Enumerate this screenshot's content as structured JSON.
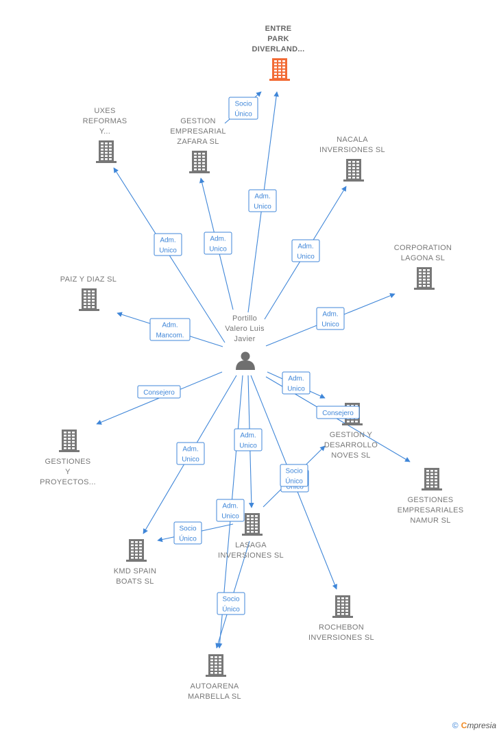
{
  "colors": {
    "accent": "#3f86d8",
    "building": "#777777",
    "building_highlight": "#f26b35",
    "person": "#6f6f6f"
  },
  "center": {
    "id": "person",
    "label": [
      "Portillo",
      "Valero Luis",
      "Javier"
    ]
  },
  "nodes": [
    {
      "id": "entre-park",
      "label": [
        "ENTRE",
        "PARK",
        "DIVERLAND..."
      ],
      "highlight": true
    },
    {
      "id": "uxes",
      "label": [
        "UXES",
        "REFORMAS",
        "Y..."
      ]
    },
    {
      "id": "gestion-zafara",
      "label": [
        "GESTION",
        "EMPRESARIAL",
        "ZAFARA SL"
      ]
    },
    {
      "id": "nacala",
      "label": [
        "NACALA",
        "INVERSIONES SL"
      ]
    },
    {
      "id": "corporation-lagona",
      "label": [
        "CORPORATION",
        "LAGONA SL"
      ]
    },
    {
      "id": "paiz-diaz",
      "label": [
        "PAIZ Y DIAZ SL"
      ]
    },
    {
      "id": "gestiones-proyectos",
      "label": [
        "GESTIONES",
        "Y",
        "PROYECTOS..."
      ]
    },
    {
      "id": "gestion-noves",
      "label": [
        "GESTION Y",
        "DESARROLLO",
        "NOVES SL"
      ]
    },
    {
      "id": "gestiones-namur",
      "label": [
        "GESTIONES",
        "EMPRESARIALES",
        "NAMUR SL"
      ]
    },
    {
      "id": "kmd-spain",
      "label": [
        "KMD SPAIN",
        "BOATS SL"
      ]
    },
    {
      "id": "lasaga",
      "label": [
        "LASAGA",
        "INVERSIONES SL"
      ]
    },
    {
      "id": "rochebon",
      "label": [
        "ROCHEBON",
        "INVERSIONES SL"
      ]
    },
    {
      "id": "autoarena",
      "label": [
        "AUTOARENA",
        "MARBELLA SL"
      ]
    }
  ],
  "edges": [
    {
      "from": "person",
      "to": "entre-park",
      "label": [
        "Adm.",
        "Unico"
      ]
    },
    {
      "from": "gestion-zafara",
      "to": "entre-park",
      "label": [
        "Socio",
        "Único"
      ]
    },
    {
      "from": "person",
      "to": "uxes",
      "label": [
        "Adm.",
        "Unico"
      ]
    },
    {
      "from": "person",
      "to": "gestion-zafara",
      "label": [
        "Adm.",
        "Unico"
      ]
    },
    {
      "from": "person",
      "to": "nacala",
      "label": [
        "Adm.",
        "Unico"
      ]
    },
    {
      "from": "person",
      "to": "corporation-lagona",
      "label": [
        "Adm.",
        "Unico"
      ]
    },
    {
      "from": "person",
      "to": "paiz-diaz",
      "label": [
        "Adm.",
        "Mancom."
      ]
    },
    {
      "from": "person",
      "to": "gestiones-proyectos",
      "label": [
        "Consejero"
      ]
    },
    {
      "from": "person",
      "to": "gestion-noves",
      "label": [
        "Adm.",
        "Unico"
      ]
    },
    {
      "from": "person",
      "to": "gestiones-namur",
      "label": [
        "Consejero"
      ]
    },
    {
      "from": "person",
      "to": "kmd-spain",
      "label": [
        "Adm.",
        "Unico"
      ]
    },
    {
      "from": "person",
      "to": "lasaga",
      "label": [
        "Adm.",
        "Unico"
      ]
    },
    {
      "from": "person",
      "to": "rochebon",
      "label": [
        "Adm.",
        "Unico"
      ]
    },
    {
      "from": "person",
      "to": "autoarena",
      "label": [
        "Adm.",
        "Unico"
      ]
    },
    {
      "from": "lasaga",
      "to": "gestion-noves",
      "label": [
        "Socio",
        "Único"
      ]
    },
    {
      "from": "lasaga",
      "to": "kmd-spain",
      "label": [
        "Socio",
        "Único"
      ]
    },
    {
      "from": "lasaga",
      "to": "autoarena",
      "label": [
        "Socio",
        "Único"
      ]
    }
  ],
  "footer": {
    "copyright": "©",
    "brand_first": "C",
    "brand_rest": "mpresia"
  }
}
